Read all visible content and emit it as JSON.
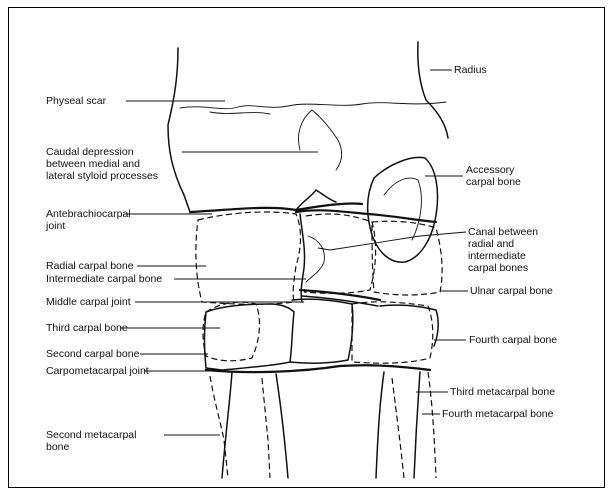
{
  "labels": {
    "radius": "Radius",
    "physeal_scar": "Physeal scar",
    "caudal_depression": "Caudal depression\nbetween medial and\nlateral styloid processes",
    "accessory_carpal": "Accessory\ncarpal bone",
    "antebrachiocarpal": "Antebrachiocarpal\njoint",
    "canal_between": "Canal between\nradial and\nintermediate\ncarpal bones",
    "radial_carpal": "Radial carpal bone",
    "intermediate_carpal": "Intermediate carpal bone",
    "ulnar_carpal": "Ulnar carpal bone",
    "middle_carpal_joint": "Middle carpal joint",
    "third_carpal": "Third carpal bone",
    "fourth_carpal": "Fourth carpal bone",
    "second_carpal": "Second carpal bone",
    "carpometacarpal": "Carpometacarpal joint",
    "third_metacarpal": "Third metacarpal bone",
    "fourth_metacarpal": "Fourth metacarpal bone",
    "second_metacarpal": "Second metacarpal\nbone"
  }
}
